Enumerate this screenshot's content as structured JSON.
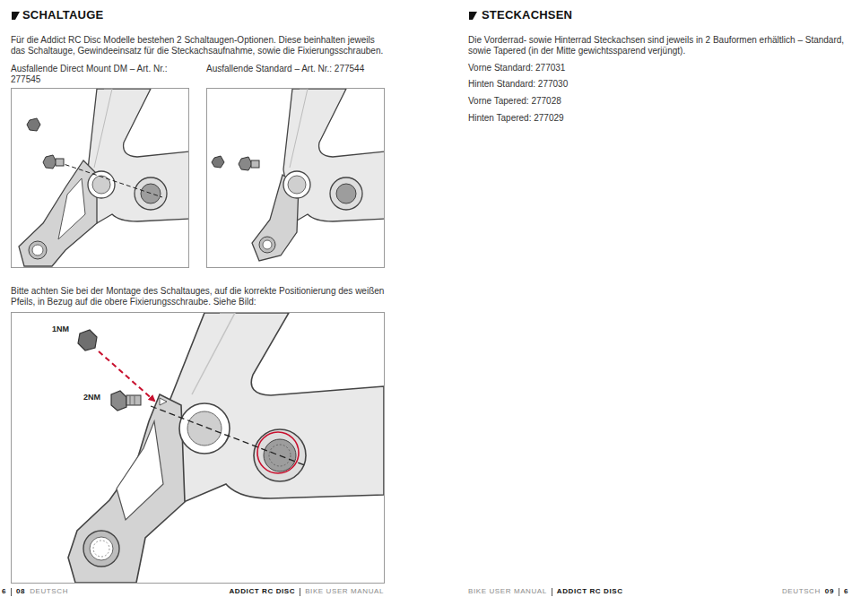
{
  "diagram": {
    "labels": [
      "SCHALTAUGE",
      "Für die Addict RC Disc Modelle bestehen 2 Schaltaugen-Optionen. Diese beinhalten jeweils das Schaltauge, Gewindeeinsatz für die Steckachsaufnahme, sowie die Fixierungsschrauben.",
      "Ausfallende Direct Mount DM – Art. Nr.: 277545",
      "Ausfallende Standard – Art. Nr.: 277544",
      "Bitte achten Sie bei der Montage des Schaltauges, auf die korrekte Positionierung des weißen Pfeils, in Bezug auf die obere Fixierungsschraube. Siehe Bild:",
      "1NM",
      "2NM",
      "6",
      "08",
      "DEUTSCH",
      "ADDICT RC DISC",
      "BIKE USER MANUAL",
      "STECKACHSEN",
      "Die Vorderrad- sowie Hinterrad Steckachsen sind jeweils in 2 Bauformen erhältlich – Standard, sowie Tapered (in der Mitte gewichtssparend verjüngt).",
      "Vorne Standard: 277031",
      "Hinten Standard: 277030",
      "Vorne Tapered: 277028",
      "Hinten Tapered: 277029",
      "BIKE USER MANUAL",
      "ADDICT RC DISC",
      "DEUTSCH",
      "09",
      "6"
    ]
  }
}
